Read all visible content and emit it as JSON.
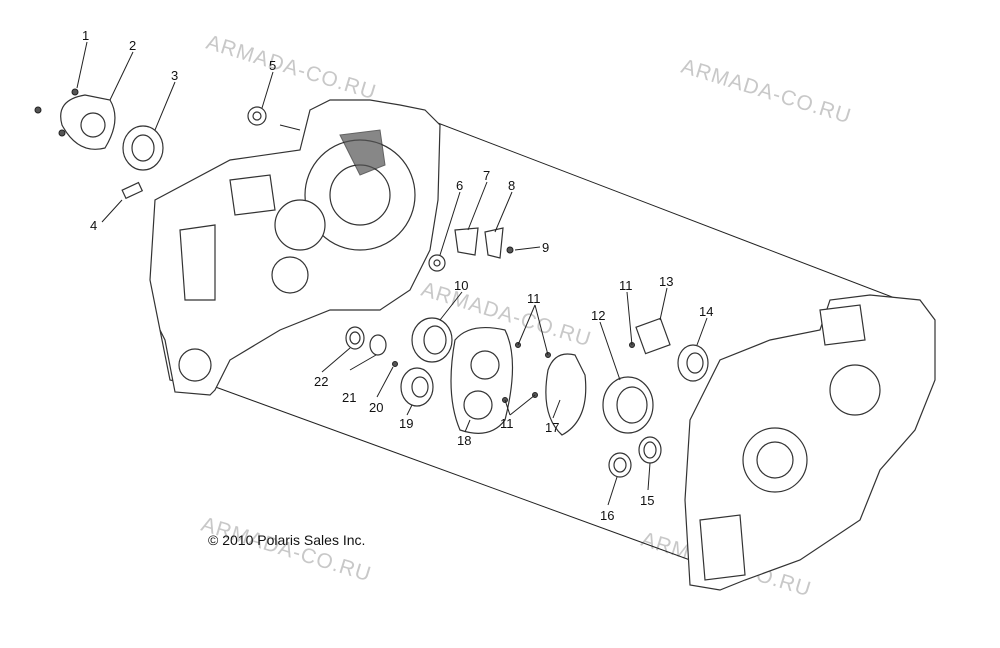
{
  "watermarks": [
    "ARMADA-CO.RU",
    "ARMADA-CO.RU",
    "ARMADA-CO.RU",
    "ARMADA-CO.RU",
    "ARMADA-CO.RU"
  ],
  "copyright": "© 2010 Polaris Sales Inc.",
  "callouts": [
    "1",
    "2",
    "3",
    "4",
    "5",
    "6",
    "7",
    "8",
    "9",
    "10",
    "11",
    "11",
    "11",
    "11",
    "12",
    "13",
    "14",
    "15",
    "16",
    "17",
    "18",
    "19",
    "20",
    "21",
    "22"
  ]
}
